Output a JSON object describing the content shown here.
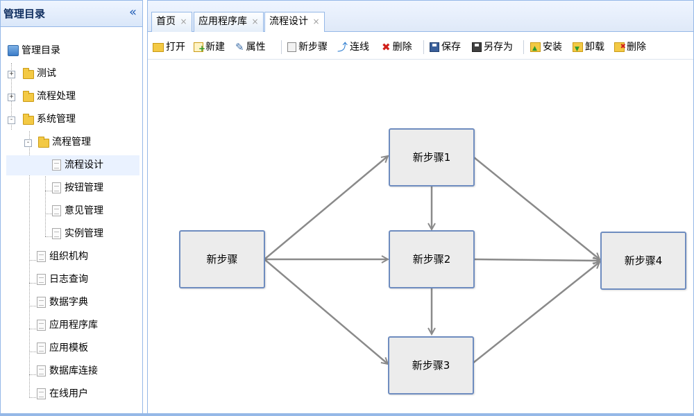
{
  "sidebar": {
    "title": "管理目录",
    "collapse_icon": "«",
    "items": [
      {
        "label": "管理目录",
        "icon": "root-icon",
        "level": 0
      },
      {
        "label": "测试",
        "icon": "folder-icon",
        "level": 1,
        "expander": "+"
      },
      {
        "label": "流程处理",
        "icon": "folder-icon",
        "level": 1,
        "expander": "+"
      },
      {
        "label": "系统管理",
        "icon": "folder-icon",
        "level": 1,
        "expander": "-"
      },
      {
        "label": "流程管理",
        "icon": "folder-icon",
        "level": 2,
        "expander": "-"
      },
      {
        "label": "流程设计",
        "icon": "document-icon",
        "level": 3,
        "selected": true
      },
      {
        "label": "按钮管理",
        "icon": "document-icon",
        "level": 3
      },
      {
        "label": "意见管理",
        "icon": "document-icon",
        "level": 3
      },
      {
        "label": "实例管理",
        "icon": "document-icon",
        "level": 3
      },
      {
        "label": "组织机构",
        "icon": "document-icon",
        "level": 2
      },
      {
        "label": "日志查询",
        "icon": "document-icon",
        "level": 2
      },
      {
        "label": "数据字典",
        "icon": "document-icon",
        "level": 2
      },
      {
        "label": "应用程序库",
        "icon": "document-icon",
        "level": 2
      },
      {
        "label": "应用模板",
        "icon": "document-icon",
        "level": 2
      },
      {
        "label": "数据库连接",
        "icon": "document-icon",
        "level": 2
      },
      {
        "label": "在线用户",
        "icon": "document-icon",
        "level": 2
      }
    ]
  },
  "tabs": [
    {
      "label": "首页",
      "close": "×"
    },
    {
      "label": "应用程序库",
      "close": "×"
    },
    {
      "label": "流程设计",
      "close": "×",
      "active": true
    }
  ],
  "toolbar": {
    "open": "打开",
    "new": "新建",
    "properties": "属性",
    "new_step": "新步骤",
    "connect": "连线",
    "delete": "删除",
    "save": "保存",
    "save_as": "另存为",
    "install": "安装",
    "uninstall": "卸载",
    "delete2": "删除"
  },
  "flow": {
    "nodes": [
      {
        "id": "n0",
        "label": "新步骤"
      },
      {
        "id": "n1",
        "label": "新步骤1"
      },
      {
        "id": "n2",
        "label": "新步骤2"
      },
      {
        "id": "n3",
        "label": "新步骤3"
      },
      {
        "id": "n4",
        "label": "新步骤4"
      }
    ],
    "edges": [
      [
        "n0",
        "n1"
      ],
      [
        "n0",
        "n2"
      ],
      [
        "n0",
        "n3"
      ],
      [
        "n1",
        "n2"
      ],
      [
        "n2",
        "n3"
      ],
      [
        "n1",
        "n4"
      ],
      [
        "n2",
        "n4"
      ],
      [
        "n3",
        "n4"
      ]
    ]
  },
  "colors": {
    "accent": "#95b8e7",
    "node_border": "#6e8cbf",
    "node_fill": "#ececec",
    "edge": "#8a8a8a",
    "selected_row": "#eaf2ff"
  }
}
